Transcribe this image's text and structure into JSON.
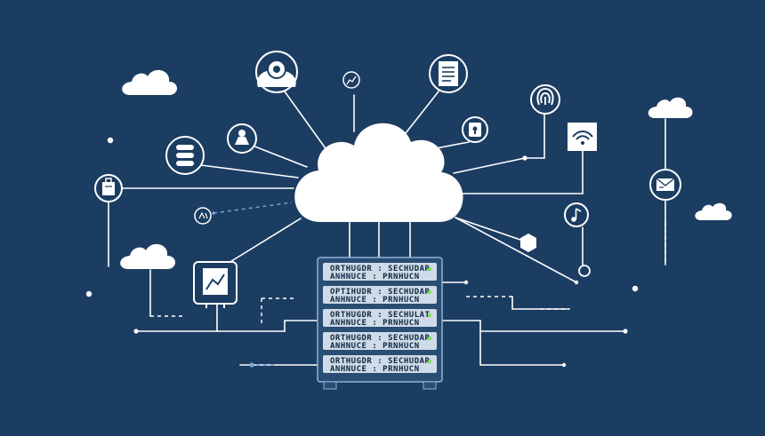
{
  "colors": {
    "background": "#1c3d62",
    "foreground": "#ffffff",
    "server_body": "#2a4d73",
    "server_slot": "#cfdbe8",
    "server_led": "#7ee35a"
  },
  "server": {
    "rows": [
      {
        "line1": "ORTHUGDR : SECHUDAR",
        "line2": "ANHNUCE : PRNHUCN"
      },
      {
        "line1": "OPTIHUDR : SECHUDAR",
        "line2": "ANHNUCE : PRNHUCN"
      },
      {
        "line1": "ORTHUGDR : SECHULAT",
        "line2": "ANHNUCE : PRNHUCN"
      },
      {
        "line1": "ORTHUGDR : SECHUDAR",
        "line2": "ANHNUCE : PRNHUCN"
      },
      {
        "line1": "ORTHUGDR : SECHUDAR",
        "line2": "ANHNUCE : PRNHUCN"
      }
    ]
  },
  "icons": [
    "database-icon",
    "user-icon",
    "webcam-icon",
    "graph-icon",
    "document-icon",
    "lock-icon",
    "fingerprint-icon",
    "wifi-icon",
    "shopping-bag-icon",
    "email-icon",
    "analytics-card-icon",
    "music-icon",
    "browser-icon"
  ]
}
